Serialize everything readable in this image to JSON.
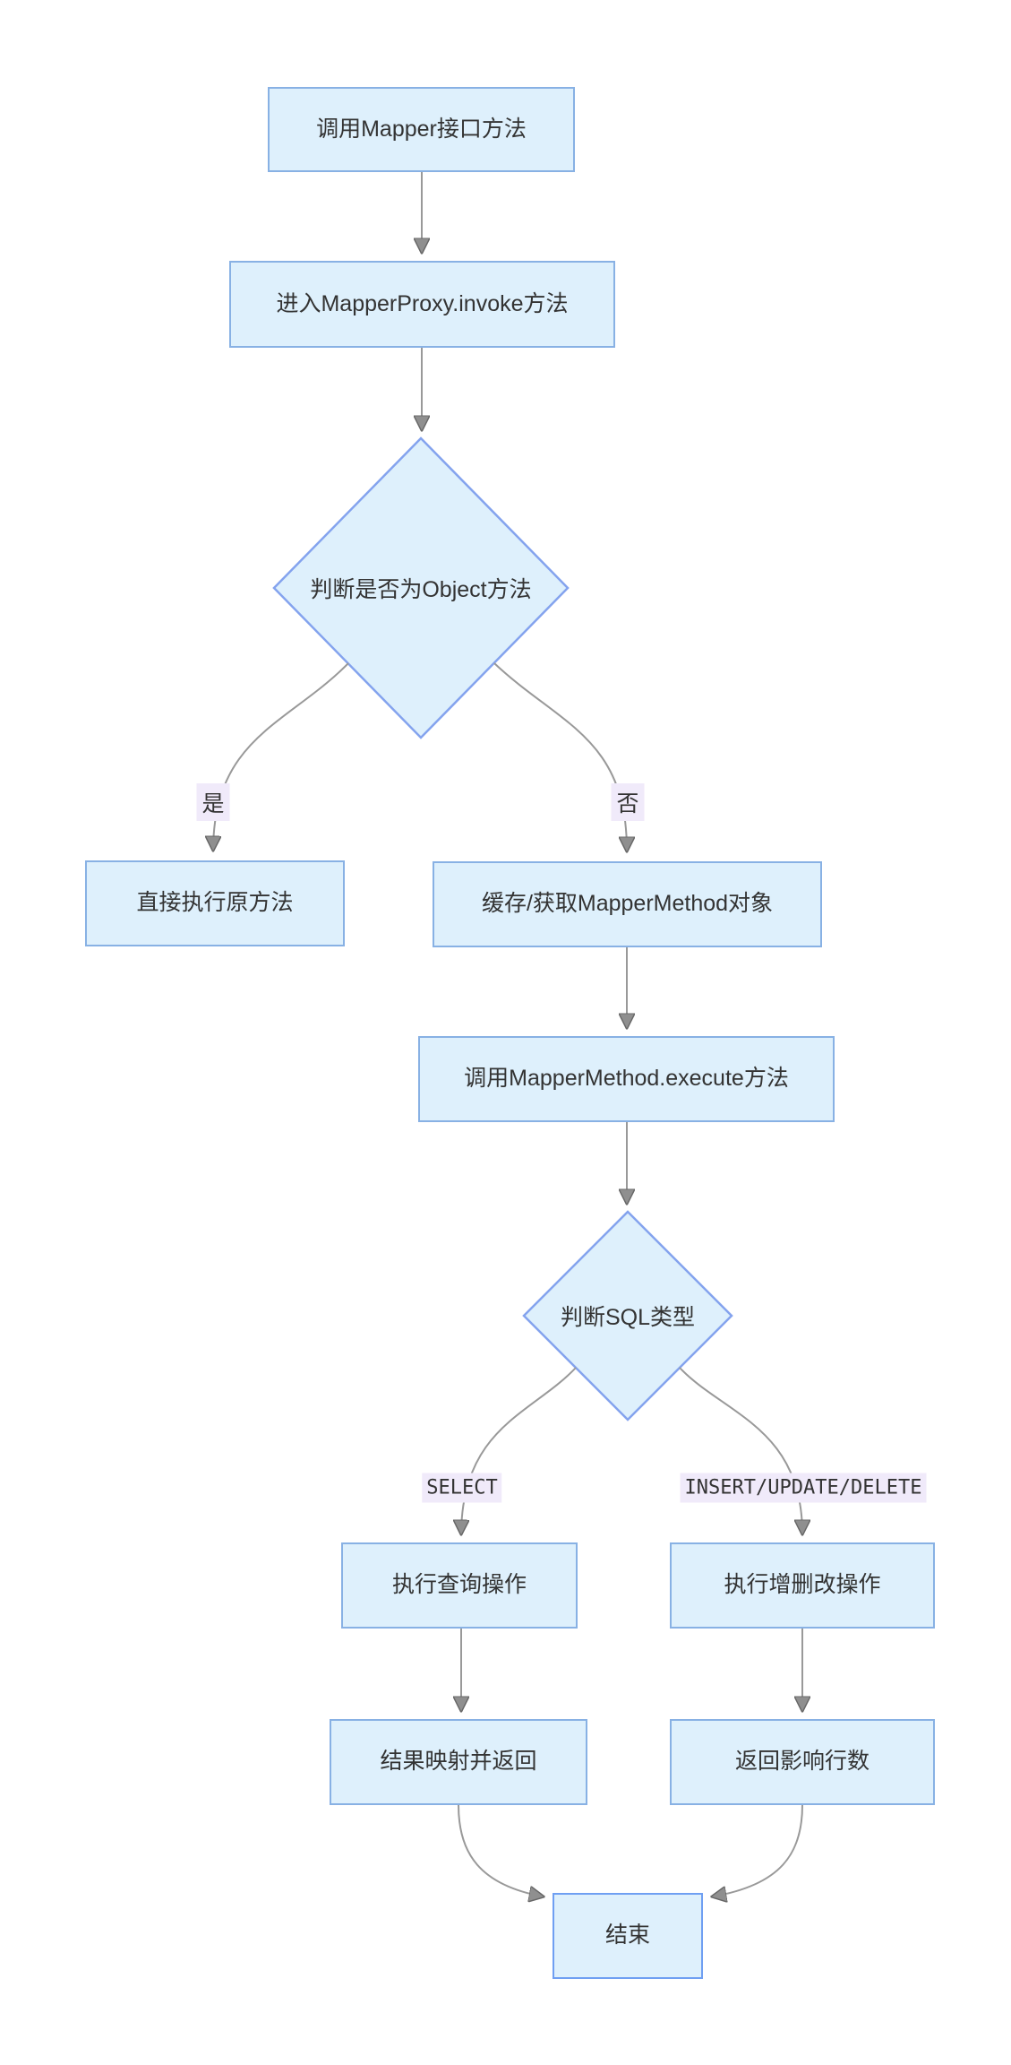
{
  "diagram": {
    "type": "flowchart",
    "direction": "top-down",
    "nodes": [
      {
        "id": "A",
        "shape": "rect",
        "label": "调用Mapper接口方法"
      },
      {
        "id": "B",
        "shape": "rect",
        "label": "进入MapperProxy.invoke方法"
      },
      {
        "id": "C",
        "shape": "diamond",
        "label": "判断是否为Object方法"
      },
      {
        "id": "D",
        "shape": "rect",
        "label": "直接执行原方法"
      },
      {
        "id": "E",
        "shape": "rect",
        "label": "缓存/获取MapperMethod对象"
      },
      {
        "id": "F",
        "shape": "rect",
        "label": "调用MapperMethod.execute方法"
      },
      {
        "id": "G",
        "shape": "diamond",
        "label": "判断SQL类型"
      },
      {
        "id": "H",
        "shape": "rect",
        "label": "执行查询操作"
      },
      {
        "id": "I",
        "shape": "rect",
        "label": "执行增删改操作"
      },
      {
        "id": "J",
        "shape": "rect",
        "label": "结果映射并返回"
      },
      {
        "id": "K",
        "shape": "rect",
        "label": "返回影响行数"
      },
      {
        "id": "L",
        "shape": "rect",
        "label": "结束"
      }
    ],
    "edges": [
      {
        "from": "A",
        "to": "B",
        "label": ""
      },
      {
        "from": "B",
        "to": "C",
        "label": ""
      },
      {
        "from": "C",
        "to": "D",
        "label": "是"
      },
      {
        "from": "C",
        "to": "E",
        "label": "否"
      },
      {
        "from": "E",
        "to": "F",
        "label": ""
      },
      {
        "from": "F",
        "to": "G",
        "label": ""
      },
      {
        "from": "G",
        "to": "H",
        "label": "SELECT"
      },
      {
        "from": "G",
        "to": "I",
        "label": "INSERT/UPDATE/DELETE"
      },
      {
        "from": "H",
        "to": "J",
        "label": ""
      },
      {
        "from": "I",
        "to": "K",
        "label": ""
      },
      {
        "from": "J",
        "to": "L",
        "label": ""
      },
      {
        "from": "K",
        "to": "L",
        "label": ""
      }
    ],
    "colors": {
      "node_fill": "#def0fc",
      "node_border": "#88b1e4",
      "diamond_border": "#84a3ee",
      "end_node_border": "#6f9ff2",
      "edge_line": "#999999",
      "arrowhead": "#8f8f8f",
      "edge_label_background": "#f0eafa",
      "text": "#333333",
      "background": "#ffffff"
    }
  }
}
